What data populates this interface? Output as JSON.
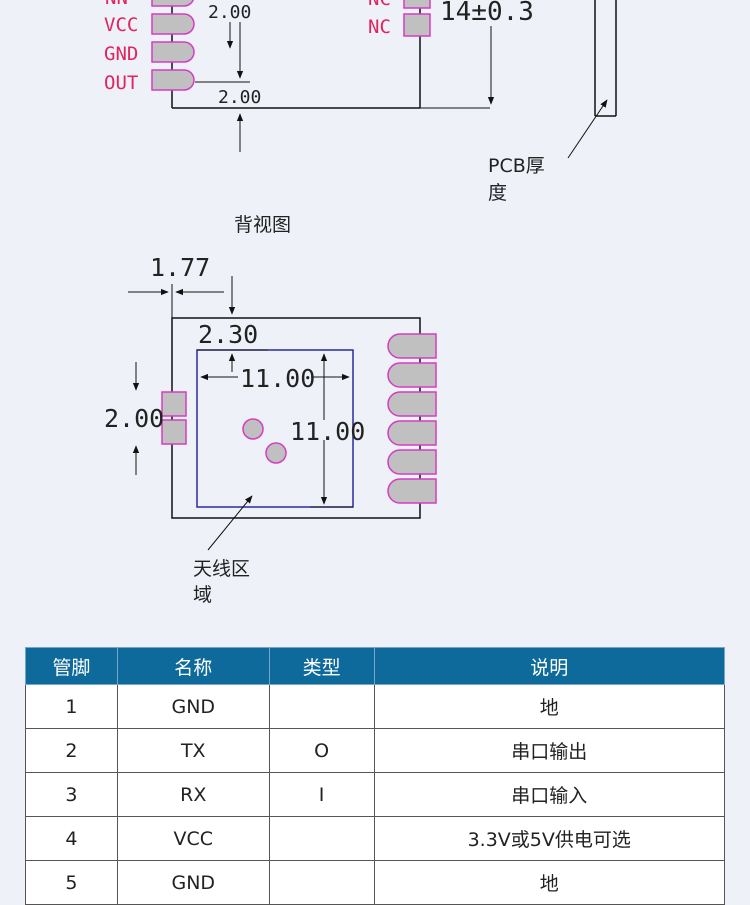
{
  "top_drawing": {
    "pin_labels": [
      "VCC",
      "GND",
      "OUT"
    ],
    "pin_labels_right": [
      "NC",
      "NC"
    ],
    "dim_upper": "2.00",
    "dim_lower": "2.00",
    "dim_thickness": "14±0.3",
    "pcb_label_line1": "PCB厚",
    "pcb_label_line2": "度"
  },
  "back_view": {
    "title": "背视图",
    "dim_left_offset": "1.77",
    "dim_top_offset": "2.30",
    "dim_width": "11.00",
    "dim_height": "11.00",
    "dim_pin_pitch": "2.00",
    "antenna_label_line1": "天线区",
    "antenna_label_line2": "域"
  },
  "pin_table": {
    "headers": [
      "管脚",
      "名称",
      "类型",
      "说明"
    ],
    "rows": [
      {
        "pin": "1",
        "name": "GND",
        "type": "",
        "desc": "地"
      },
      {
        "pin": "2",
        "name": "TX",
        "type": "O",
        "desc": "串口输出"
      },
      {
        "pin": "3",
        "name": "RX",
        "type": "I",
        "desc": "串口输入"
      },
      {
        "pin": "4",
        "name": "VCC",
        "type": "",
        "desc": "3.3V或5V供电可选"
      },
      {
        "pin": "5",
        "name": "GND",
        "type": "",
        "desc": "地"
      }
    ]
  },
  "colors": {
    "pin_label": "#e0245e",
    "pad_fill": "#c0c0c0",
    "pad_stroke": "#d43cc4",
    "antenna_outline": "#2a2aa0",
    "header_bg": "#0e6a9a"
  }
}
